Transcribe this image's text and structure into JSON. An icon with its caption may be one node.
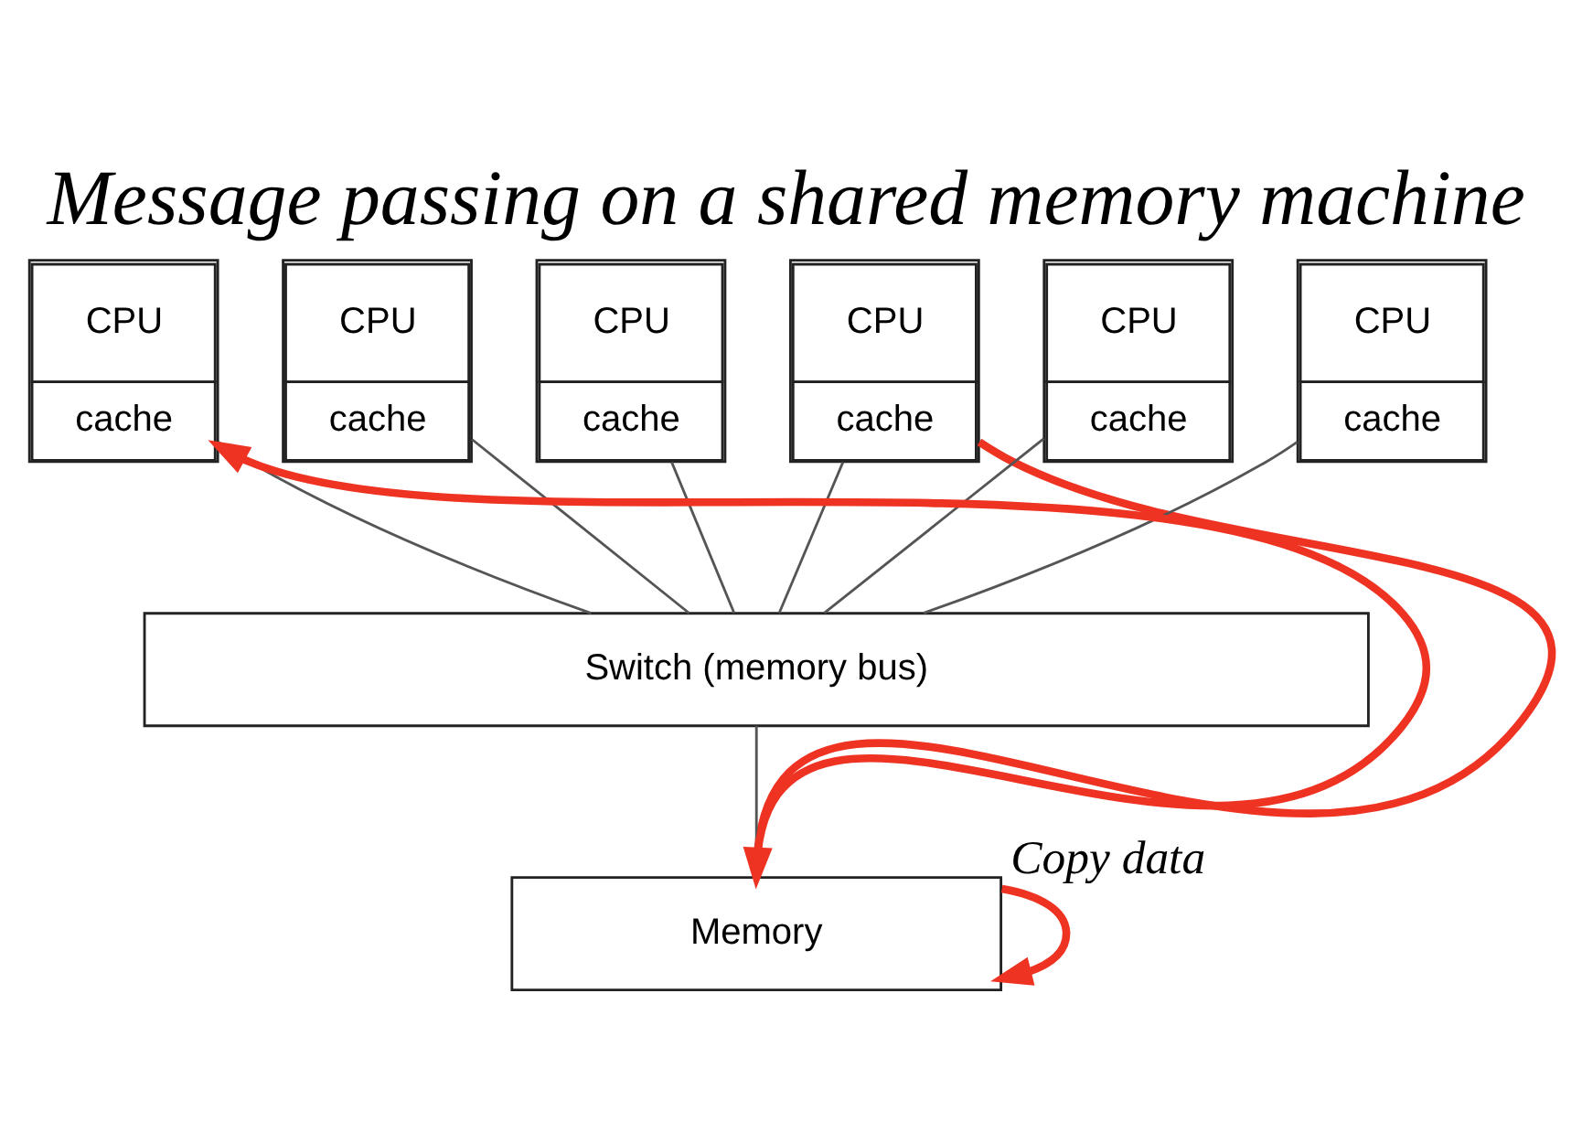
{
  "diagram": {
    "title": "Message passing on a shared memory machine",
    "nodes": [
      {
        "text": [
          "CPU",
          "cache"
        ]
      },
      {
        "text": [
          "CPU",
          "cache"
        ]
      },
      {
        "text": [
          "CPU",
          "cache"
        ]
      },
      {
        "text": [
          "CPU",
          "cache"
        ]
      },
      {
        "text": [
          "CPU",
          "cache"
        ]
      },
      {
        "text": [
          "CPU",
          "cache"
        ]
      },
      {
        "text": [
          "Switch (memory bus)"
        ]
      },
      {
        "text": [
          "Memory"
        ]
      }
    ],
    "edges": [
      {
        "from": 0,
        "to": 6,
        "arrow": "none"
      },
      {
        "from": 1,
        "to": 6,
        "arrow": "none"
      },
      {
        "from": 2,
        "to": 6,
        "arrow": "none"
      },
      {
        "from": 3,
        "to": 6,
        "arrow": "none"
      },
      {
        "from": 4,
        "to": 6,
        "arrow": "none"
      },
      {
        "from": 5,
        "to": 6,
        "arrow": "none"
      },
      {
        "from": 6,
        "to": 7,
        "arrow": "none"
      },
      {
        "from": 3,
        "to": 7,
        "arrow": "to",
        "style": "thick",
        "color": "#ee3322"
      },
      {
        "from": 7,
        "to": 7,
        "arrow": "to",
        "label": "Copy data",
        "style": "thick",
        "color": "#ee3322"
      },
      {
        "from": 7,
        "to": 0,
        "arrow": "to",
        "style": "thick",
        "color": "#ee3322"
      }
    ]
  }
}
